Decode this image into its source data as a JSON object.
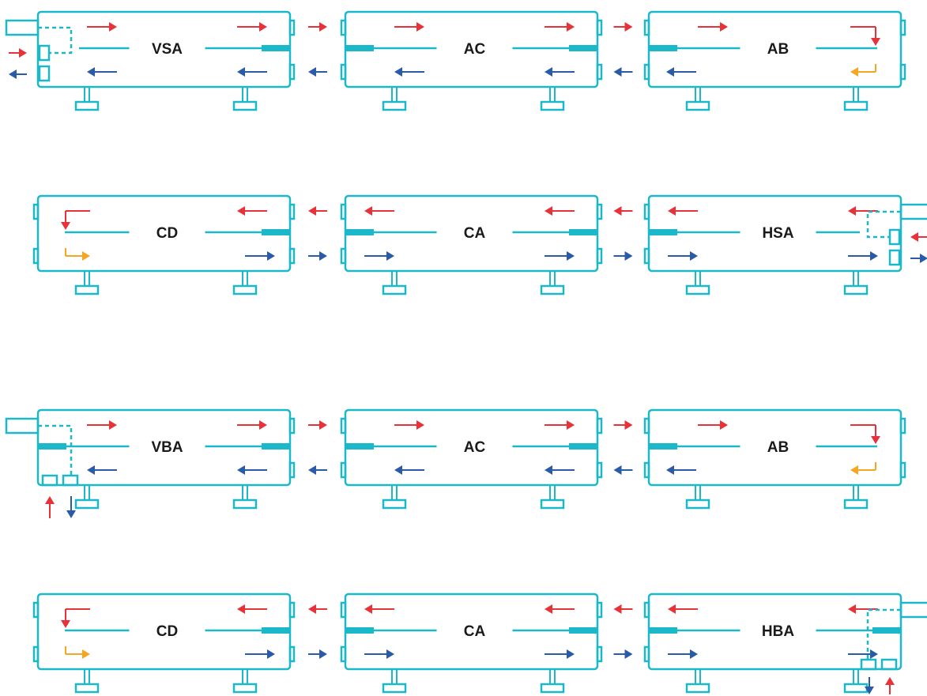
{
  "colors": {
    "unit": "#1BB8C9",
    "supply": "#E8323A",
    "return": "#2A5BA8",
    "turn": "#F5A623",
    "label": "#1A1A1A"
  },
  "rows": [
    {
      "units": [
        {
          "label": "VSA",
          "flow": "right",
          "kind": "vsa"
        },
        {
          "label": "AC",
          "flow": "right",
          "kind": "mid"
        },
        {
          "label": "AB",
          "flow": "right",
          "kind": "end"
        }
      ]
    },
    {
      "units": [
        {
          "label": "CD",
          "flow": "left",
          "kind": "end"
        },
        {
          "label": "CA",
          "flow": "left",
          "kind": "mid"
        },
        {
          "label": "HSA",
          "flow": "left",
          "kind": "hsa"
        }
      ]
    },
    {
      "units": [
        {
          "label": "VBA",
          "flow": "right",
          "kind": "vba"
        },
        {
          "label": "AC",
          "flow": "right",
          "kind": "mid"
        },
        {
          "label": "AB",
          "flow": "right",
          "kind": "end"
        }
      ]
    },
    {
      "units": [
        {
          "label": "CD",
          "flow": "left",
          "kind": "end"
        },
        {
          "label": "CA",
          "flow": "left",
          "kind": "mid"
        },
        {
          "label": "HBA",
          "flow": "left",
          "kind": "hba"
        }
      ]
    }
  ]
}
